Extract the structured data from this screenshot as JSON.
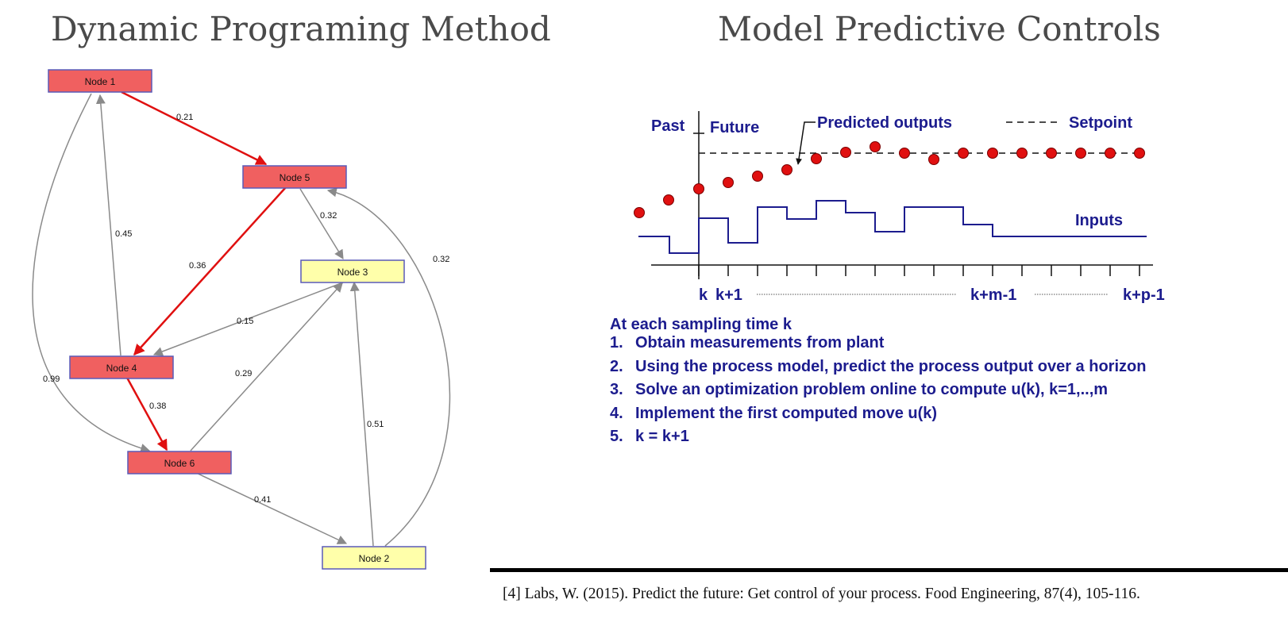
{
  "titles": {
    "left": "Dynamic Programing Method",
    "right": "Model Predictive Controls"
  },
  "graph": {
    "nodes": {
      "node1": {
        "label": "Node 1",
        "on_path": true
      },
      "node2": {
        "label": "Node 2",
        "on_path": false
      },
      "node3": {
        "label": "Node 3",
        "on_path": false
      },
      "node4": {
        "label": "Node 4",
        "on_path": true
      },
      "node5": {
        "label": "Node 5",
        "on_path": true
      },
      "node6": {
        "label": "Node 6",
        "on_path": true
      }
    },
    "edges": [
      {
        "from": "Node 1",
        "to": "Node 5",
        "weight": "0.21",
        "on_path": true
      },
      {
        "from": "Node 5",
        "to": "Node 4",
        "weight": "0.36",
        "on_path": true
      },
      {
        "from": "Node 4",
        "to": "Node 6",
        "weight": "0.38",
        "on_path": true
      },
      {
        "from": "Node 5",
        "to": "Node 3",
        "weight": "0.32",
        "on_path": false
      },
      {
        "from": "Node 4",
        "to": "Node 1",
        "weight": "0.45",
        "on_path": false
      },
      {
        "from": "Node 3",
        "to": "Node 4",
        "weight": "0.15",
        "on_path": false
      },
      {
        "from": "Node 6",
        "to": "Node 3",
        "weight": "0.29",
        "on_path": false
      },
      {
        "from": "Node 1",
        "to": "Node 6",
        "weight": "0.99",
        "on_path": false
      },
      {
        "from": "Node 6",
        "to": "Node 2",
        "weight": "0.41",
        "on_path": false
      },
      {
        "from": "Node 2",
        "to": "Node 3",
        "weight": "0.51",
        "on_path": false
      },
      {
        "from": "Node 2",
        "to": "Node 5",
        "weight": "0.32",
        "on_path": false
      }
    ],
    "colors": {
      "path_node": "#f06060",
      "other_node": "#ffffaa",
      "node_border": "#5a5ab8",
      "path_edge": "#e01010",
      "other_edge": "#8a8a8a"
    }
  },
  "mpc": {
    "past": "Past",
    "future": "Future",
    "predicted_outputs": "Predicted outputs",
    "setpoint": "Setpoint",
    "inputs": "Inputs",
    "ticks": {
      "k": "k",
      "k1": "k+1",
      "km1": "k+m-1",
      "kp1": "k+p-1"
    },
    "heading": "At each sampling time k",
    "steps": [
      {
        "num": "1.",
        "text": "Obtain measurements from plant"
      },
      {
        "num": "2.",
        "text": "Using the process model, predict the process output over a horizon"
      },
      {
        "num": "3.",
        "text": "Solve an optimization problem online to compute u(k), k=1,..,m"
      },
      {
        "num": "4.",
        "text": "Implement the first computed move u(k)"
      },
      {
        "num": "5.",
        "text": "k = k+1"
      }
    ],
    "colors": {
      "text": "#1c1c8e",
      "dots": "#e01010",
      "input_line": "#1c1c8e"
    }
  },
  "citation": "[4] Labs, W. (2015). Predict the future: Get control of your process. Food Engineering, 87(4), 105-116."
}
